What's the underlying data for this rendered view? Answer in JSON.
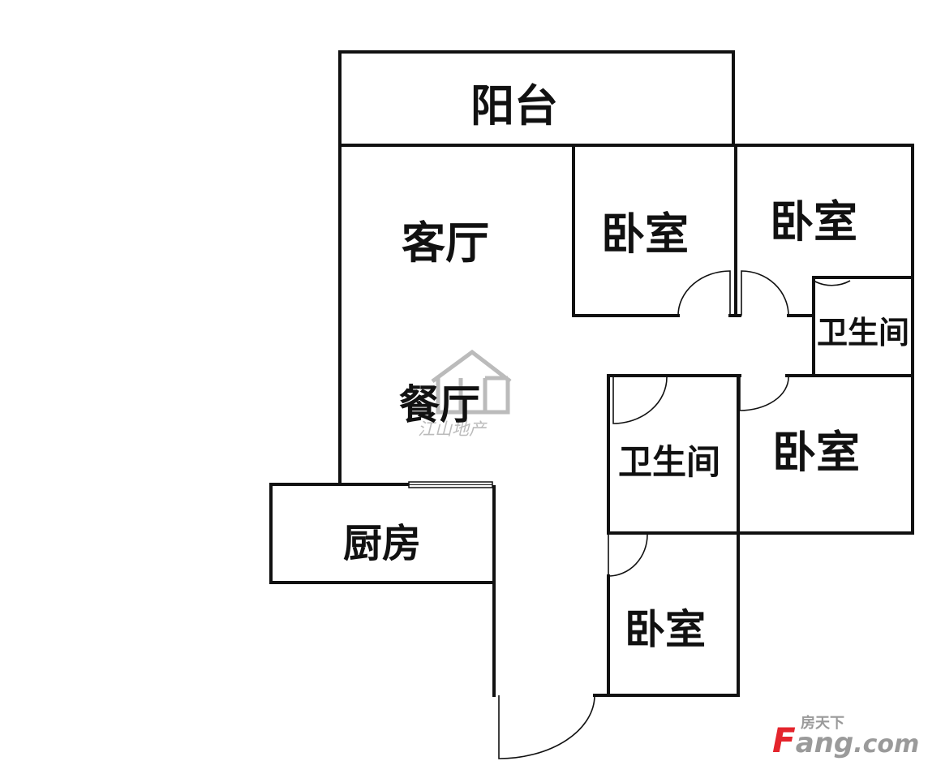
{
  "rooms": {
    "balcony": "阳台",
    "living_room": "客厅",
    "dining_room": "餐厅",
    "kitchen": "厨房",
    "bedroom_1": "卧室",
    "bedroom_2": "卧室",
    "bedroom_3": "卧室",
    "bedroom_4": "卧室",
    "bathroom_1": "卫生间",
    "bathroom_2": "卫生间"
  },
  "watermark": {
    "center_text": "江山地产",
    "brand_cn": "房天下",
    "brand_prefix": "F",
    "brand_middle": "ang",
    "brand_suffix": ".com"
  },
  "colors": {
    "wall": "#111111",
    "watermark_gray": "#b4b4b4",
    "brand_red": "#e4242c",
    "brand_gray": "#9a9a9a"
  }
}
